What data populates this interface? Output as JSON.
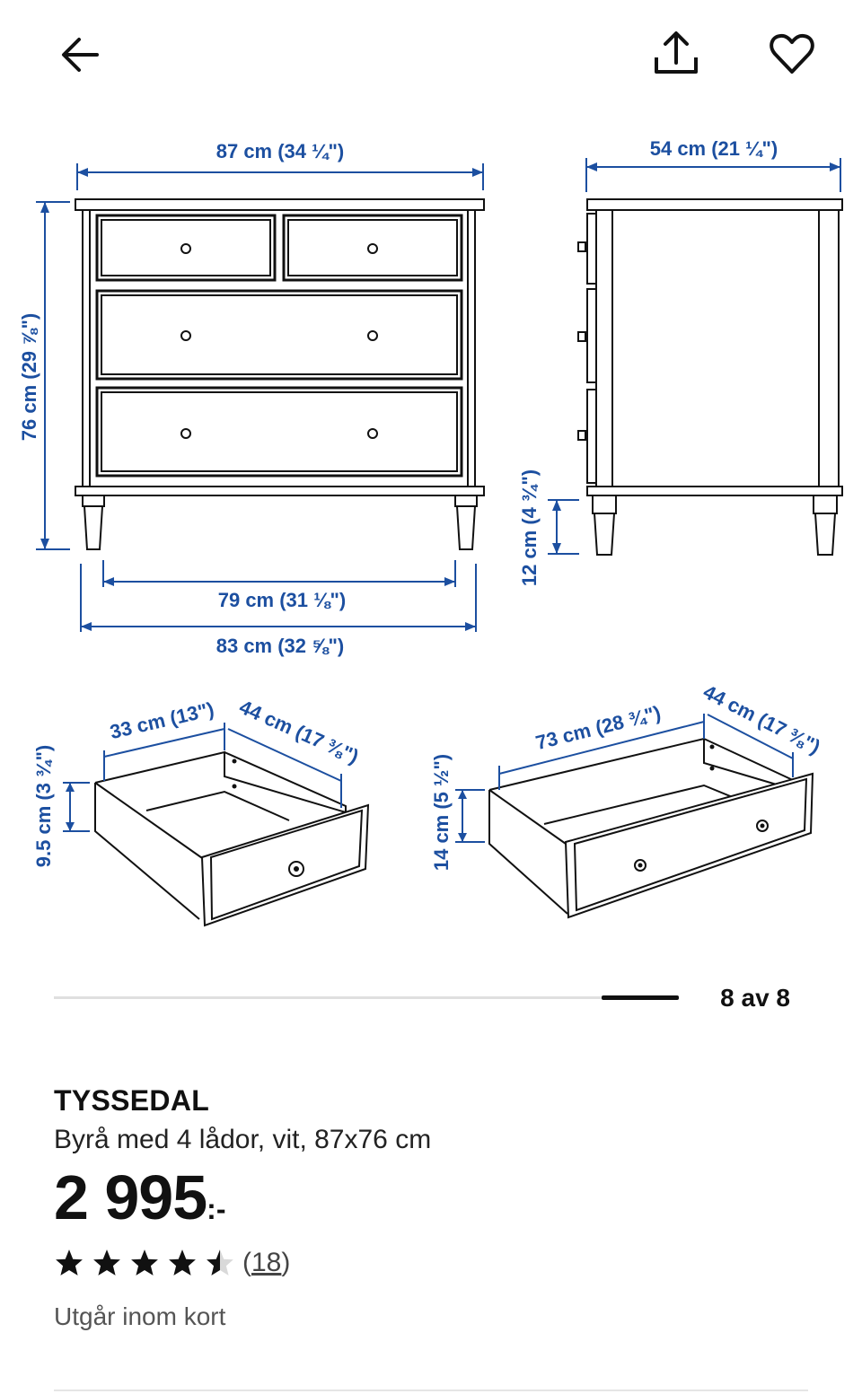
{
  "toolbar": {
    "back_icon": "arrow-left-icon",
    "share_icon": "share-icon",
    "favorite_icon": "heart-icon"
  },
  "dimensions": {
    "width_top": "87 cm (34 ¼\")",
    "depth_top": "54 cm (21 ¼\")",
    "height": "76 cm (29 ⅞\")",
    "leg_height": "12 cm (4 ¾\")",
    "inner_width": "79 cm (31 ⅛\")",
    "outer_width": "83 cm (32 ⅝\")",
    "small_drawer_width": "33 cm (13\")",
    "small_drawer_depth": "44 cm (17 ⅜\")",
    "small_drawer_height": "9.5 cm (3 ¾\")",
    "large_drawer_width": "73 cm (28 ¾\")",
    "large_drawer_depth": "44 cm (17 ⅜\")",
    "large_drawer_height": "14 cm (5 ½\")"
  },
  "carousel": {
    "counter": "8 av 8",
    "current": 8,
    "total": 8
  },
  "product": {
    "name": "TYSSEDAL",
    "description": "Byrå med 4 lådor, vit, 87x76 cm",
    "price_number": "2 995",
    "price_suffix": ":-",
    "rating": 4.5,
    "rating_max": 5,
    "review_count": "18",
    "status": "Utgår inom kort"
  },
  "colors": {
    "dimension_blue": "#1c4fa0",
    "text": "#111111"
  }
}
